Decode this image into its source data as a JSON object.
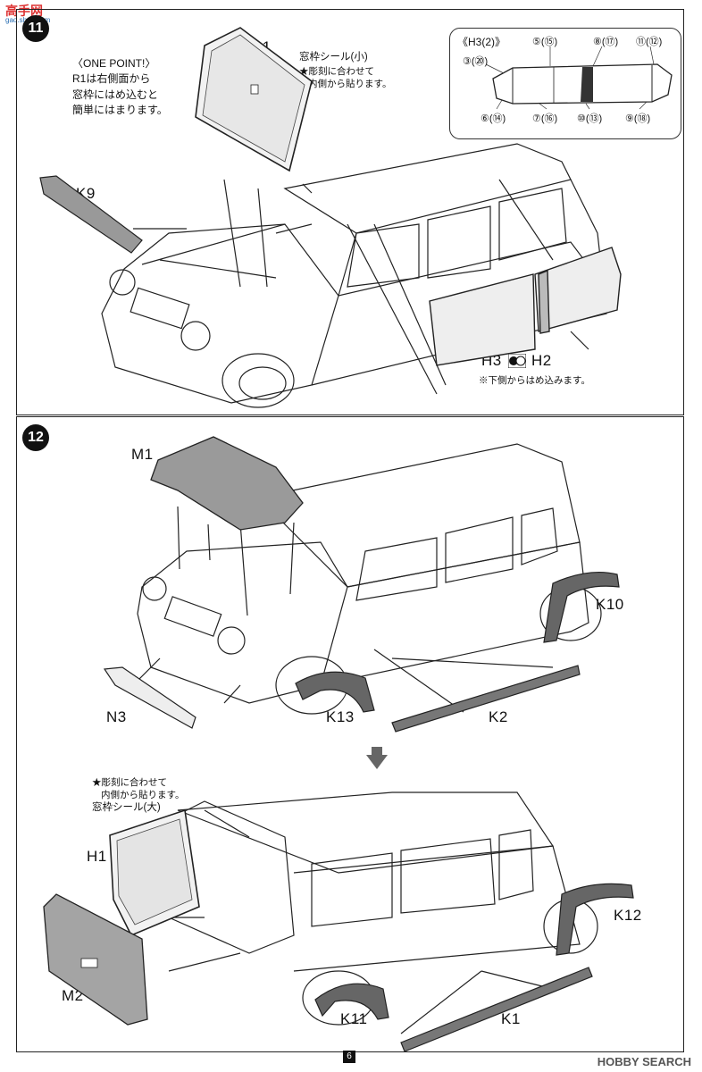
{
  "watermark": {
    "top_logo": "高手网",
    "top_sub": "gao.shou.com",
    "bottom_logo": "HOBBY SEARCH"
  },
  "page_number": "6",
  "step11": {
    "number": "11",
    "parts": {
      "r1": "R1",
      "k9": "K9",
      "h3": "H3",
      "h2": "H2"
    },
    "one_point": {
      "title": "〈ONE POINT!〉",
      "line1": "R1は右側面から",
      "line2": "窓枠にはめ込むと",
      "line3": "簡単にはまります。"
    },
    "seal_note": {
      "title": "窓枠シール(小)",
      "line1": "★彫刻に合わせて",
      "line2": "内側から貼ります。"
    },
    "h3h2_note": "※下側からはめ込みます。",
    "inset": {
      "title": "《H3(2)》",
      "labels": [
        "③(⑳)",
        "⑤(⑮)",
        "⑧(⑰)",
        "⑪(⑫)",
        "⑥(⑭)",
        "⑦(⑯)",
        "⑩(⑬)",
        "⑨(⑱)"
      ]
    }
  },
  "step12": {
    "number": "12",
    "parts": {
      "m1": "M1",
      "n3": "N3",
      "k13": "K13",
      "k2": "K2",
      "k10": "K10",
      "h1": "H1",
      "m2": "M2",
      "k11": "K11",
      "k1": "K1",
      "k12": "K12"
    },
    "seal_note": {
      "line1": "★彫刻に合わせて",
      "line2": "内側から貼ります。",
      "title": "窓枠シール(大)"
    }
  }
}
